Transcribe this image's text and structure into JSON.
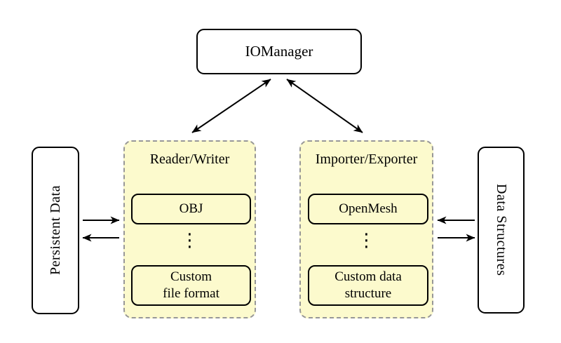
{
  "colors": {
    "group_fill": "#FCFACD",
    "group_border": "#979797",
    "node_border": "#000000",
    "node_fill": "#FFFFFF",
    "arrow": "#000000",
    "canvas_bg": "#FFFFFF"
  },
  "nodes": {
    "iomanager": "IOManager",
    "persistent_data": "Persistent Data",
    "data_structures": "Data Structures"
  },
  "groups": {
    "reader_writer": {
      "title": "Reader/Writer",
      "items": [
        "OBJ",
        "Custom\nfile format"
      ],
      "ellipsis": "⋮"
    },
    "importer_exporter": {
      "title": "Importer/Exporter",
      "items": [
        "OpenMesh",
        "Custom data\nstructure"
      ],
      "ellipsis": "⋮"
    }
  }
}
